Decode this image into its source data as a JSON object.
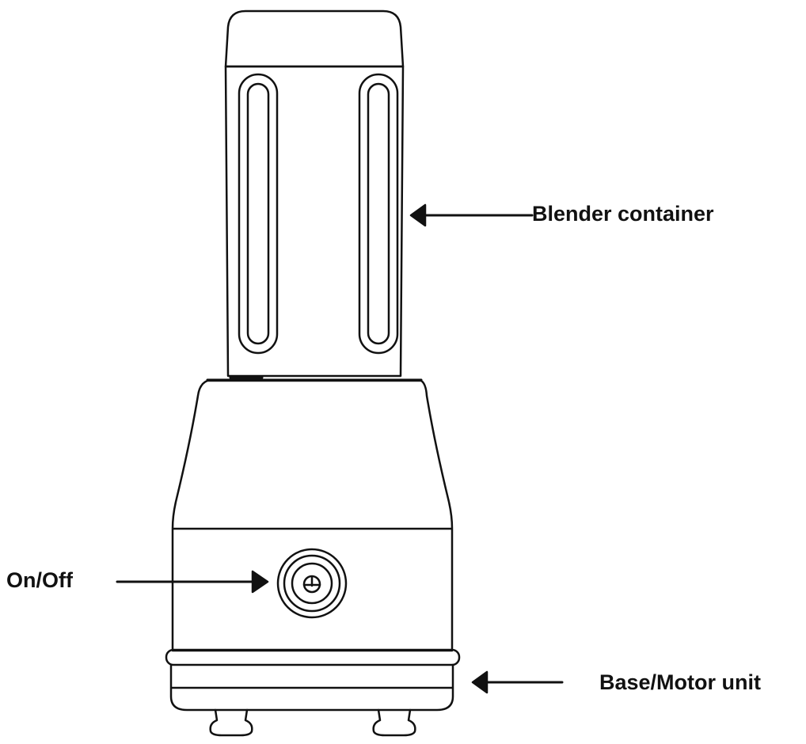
{
  "labels": {
    "container": "Blender container",
    "on_off": "On/Off",
    "base": "Base/Motor unit"
  },
  "colors": {
    "line": "#111111",
    "background": "#ffffff"
  },
  "icons": {
    "power": "power-icon"
  }
}
